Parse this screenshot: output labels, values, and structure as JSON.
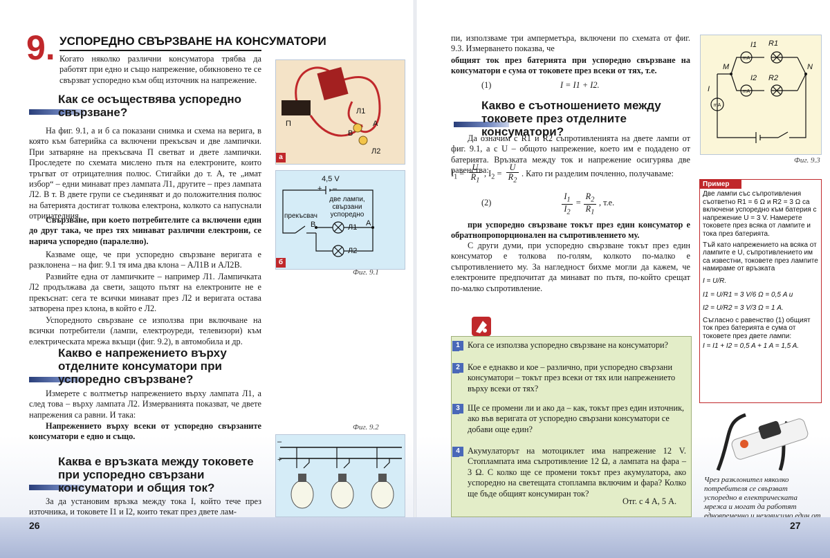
{
  "left_page": {
    "chapter_number": "9.",
    "chapter_title": "УСПОРЕДНО СВЪРЗВАНЕ НА КОНСУМАТОРИ",
    "intro": "Когато няколко различни консуматора трябва да работят при едно и също напрежение, обикновено те се свързват успоредно към общ източник на напрежение.",
    "h_how": "Как се осъществява успоредно свързване?",
    "p1": "На фиг. 9.1, а и б са показани снимка и схема на верига, в която към батерийка са включени прекъсвач и две лампички. При затваряне на прекъсвача П светват и двете лампички. Проследете по схемата мислено пътя на електроните, които тръгват от отрицателния полюс. Стигайки до т. А, те „имат избор“ – едни минават през лампата Л1, другите – през лампата Л2. В т. В двете групи се съединяват и до положителния полюс на батерията достигат толкова електрона, колкото са напуснали отрицателния.",
    "definition": "Свързване, при което потребителите са включени един до друг така, че през тях минават различни електрони, се нарича успоредно (паралелно).",
    "p2": "Казваме още, че при успоредно свързване веригата е разклонена – на фиг. 9.1 тя има два клона – АЛ1В и АЛ2В.",
    "p3": "Развийте една от лампичките – например Л1. Лампичката Л2 продължава да свети, защото пътят на електроните не е прекъснат: сега те всички минават през Л2 и веригата остава затворена през клона, в който е Л2.",
    "p4": "Успоредното свързване се използва при включване на всички потребители (лампи, електроуреди, телевизори) към електрическата мрежа вкъщи (фиг. 9.2), в автомобила и др.",
    "h_voltage": "Какво е напрежението върху отделните консуматори при успоредно свързване?",
    "p5": "Измерете с волтметър напрежението върху лампата Л1, а след това – върху лампата Л2. Измерванията показват, че двете напрежения са равни. И така:",
    "voltage_rule": "Напрежението върху всеки от успоредно свързаните консуматори е едно и също.",
    "h_current": "Каква е връзката между токовете при успоредно свързани консуматори и общия ток?",
    "p6": "За да установим връзка между тока I, който тече през източника, и токовете I1 и I2, които текат през двете лам-",
    "fig91_caption": "Фиг. 9.1",
    "fig92_caption": "Фиг. 9.2",
    "fig91_photo_labels": {
      "p": "П",
      "l1": "Л1",
      "l2": "Л2",
      "a": "А",
      "b": "В",
      "tag": "а"
    },
    "fig91_schema_labels": {
      "voltage": "4,5 V",
      "plus": "+",
      "minus": "–",
      "switch": "прекъсвач",
      "lamps": "две лампи, свързани успоредно",
      "b": "В",
      "a": "А",
      "l1": "Л1",
      "l2": "Л2",
      "tag": "б"
    },
    "fig92_labels": {
      "minus": "–",
      "plus": "+"
    },
    "page_number": "26"
  },
  "right_page": {
    "p_cont": "пи, използваме три амперметъра, включени по схемата от фиг. 9.3. Измерването показва, че",
    "current_rule": "общият ток през батерията при успоредно свързване на консуматори е сума от токовете през всеки от тях, т.е.",
    "eq1_num": "(1)",
    "eq1": "I = I1 + I2.",
    "h_ratio": "Какво е съотношението между токовете през отделните консуматори?",
    "p7": "Да означим с R1 и R2 съпротивленията на двете лампи от фиг. 9.1, а с U – общото напрежение, което им е подадено от батерията. Връзката между ток и напрежение осигурява две равенства:",
    "p7_end": ". Като ги разделим почленно, получаваме:",
    "eq2_num": "(2)",
    "eq2_tail": ", т.е.",
    "ratio_rule": "при успоредно свързване токът през един консуматор е обратнопропорционален на съпротивлението му.",
    "p8": "С други думи, при успоредно свързване токът през един консуматор е толкова по-голям, колкото по-малко е съпротивлението му. За нагледност бихме могли да кажем, че електроните предпочитат да минават по пътя, по-който срещат по-малко съпротивление.",
    "questions": [
      {
        "n": "1",
        "text": "Кога се използва успоредно свързване на консуматори?"
      },
      {
        "n": "2",
        "text": "Кое е еднакво и кое – различно, при успоредно свързани консуматори – токът през всеки от тях или напрежението върху всеки от тях?"
      },
      {
        "n": "3",
        "text": "Ще се промени ли и ако да – как, токът през един източник, ако във веригата от успоредно свързани консуматори се добави още един?"
      },
      {
        "n": "4",
        "text": "Акумулаторът на мотоциклет има напрежение 12 V. Стоплампата има съпротивление 12 Ω, а лампата на фара – 3 Ω. С колко ще се промени токът през акумулатора, ако успоредно на светещата стоплампа включим и фара? Колко ще бъде общият консумиран ток?"
      }
    ],
    "answer": "Отг. с 4 А, 5 А.",
    "fig93_caption": "Фиг. 9.3",
    "fig93_labels": {
      "I": "I",
      "I1": "I1",
      "I2": "I2",
      "R1": "R1",
      "R2": "R2",
      "M": "M",
      "N": "N",
      "mA": "mA"
    },
    "example": {
      "title": "Пример",
      "t1": "Две лампи със съпротивления съответно R1 = 6 Ω и R2 = 3 Ω са включени успоредно към батерия с напрежение U = 3 V. Намерете токовете през всяка от лампите и тока през батерията.",
      "t2": "Тъй като напрежението на всяка от лампите е U, съпротивлението им са известни, токовете през лампите намираме от връзката",
      "f1": "I = U/R.",
      "f2": "I1 = U/R1 = 3 V/6 Ω = 0,5 A и",
      "f3": "I2 = U/R2 = 3 V/3 Ω = 1 A.",
      "t3": "Съгласно с равенство (1) общият ток през батерията е сума от токовете през двете лампи:",
      "f4": "I = I1 + I2 = 0,5 A + 1 A = 1,5 A."
    },
    "photo_caption": "Чрез разклонител няколко потребителя се свързват успоредно в електрическата мрежа и могат да работят едновременно и независимо един от друг.",
    "page_number": "27"
  }
}
